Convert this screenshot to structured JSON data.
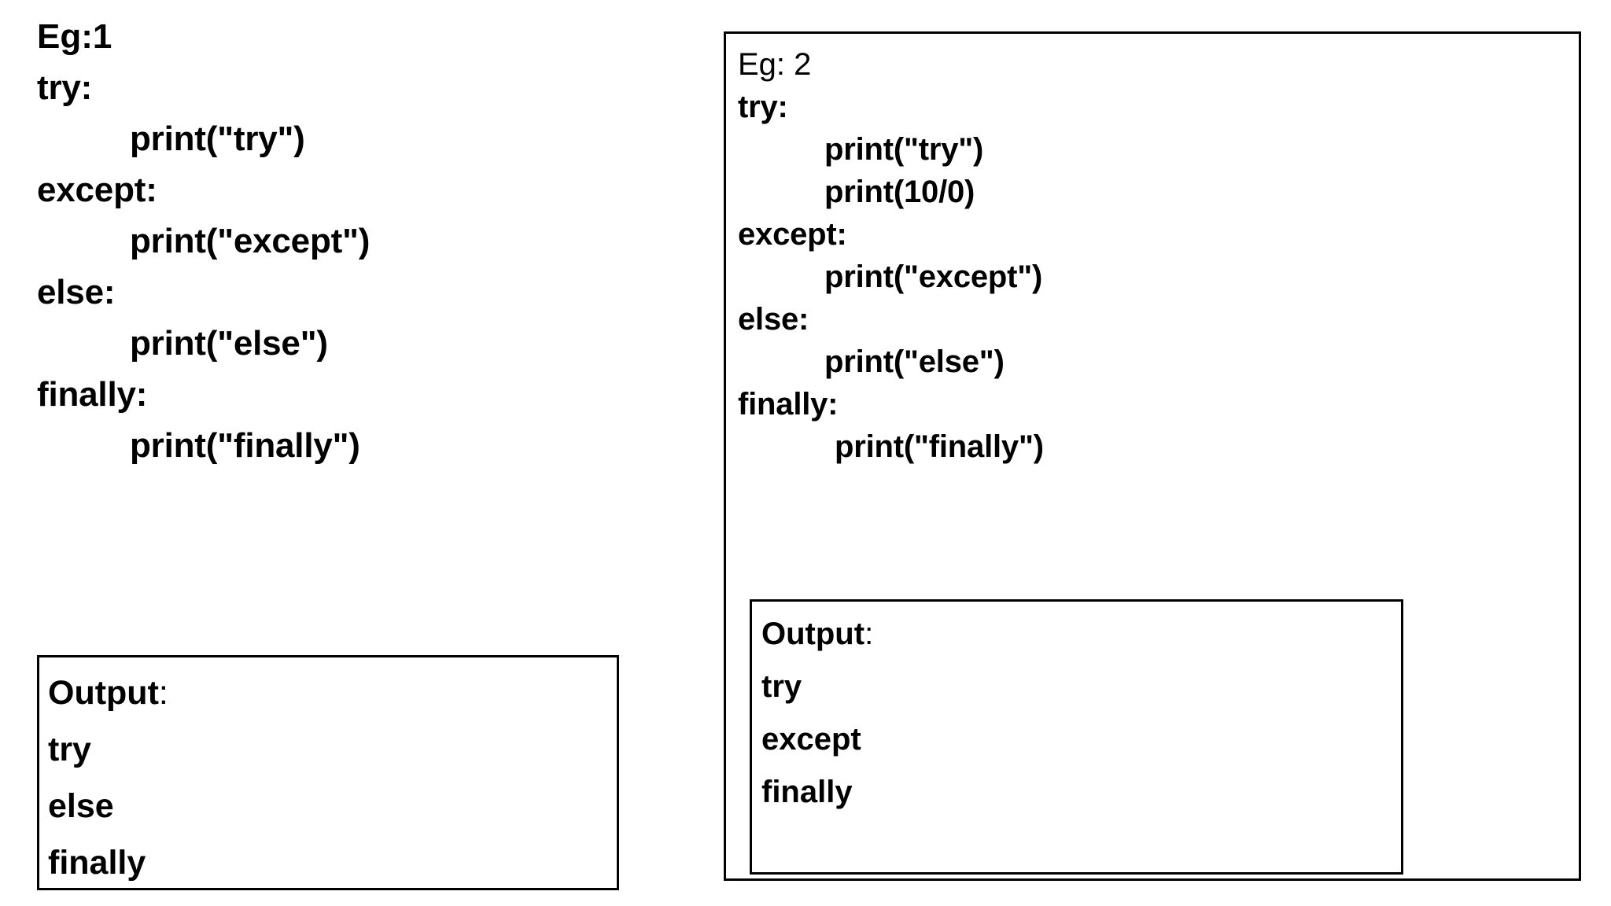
{
  "left_example": {
    "title": "Eg:1",
    "code_lines": [
      {
        "text": "try:",
        "indent": 0
      },
      {
        "text": "print(\"try\")",
        "indent": 1
      },
      {
        "text": "except:",
        "indent": 0
      },
      {
        "text": "print(\"except\")",
        "indent": 1
      },
      {
        "text": "else:",
        "indent": 0
      },
      {
        "text": "print(\"else\")",
        "indent": 1
      },
      {
        "text": "finally:",
        "indent": 0
      },
      {
        "text": "print(\"finally\")",
        "indent": 1
      }
    ],
    "output": {
      "label": "Output",
      "label_colon": ":",
      "lines": [
        "try",
        "else",
        "finally"
      ]
    }
  },
  "right_example": {
    "title": "Eg: 2",
    "code_lines": [
      {
        "text": "try:",
        "indent": 0
      },
      {
        "text": "print(\"try\")",
        "indent": 1
      },
      {
        "text": "print(10/0)",
        "indent": 1
      },
      {
        "text": "except:",
        "indent": 0
      },
      {
        "text": "print(\"except\")",
        "indent": 1
      },
      {
        "text": "else:",
        "indent": 0
      },
      {
        "text": "print(\"else\")",
        "indent": 1
      },
      {
        "text": "finally:",
        "indent": 0
      },
      {
        "text": "print(\"finally\")",
        "indent": 2
      }
    ],
    "output": {
      "label": "Output",
      "label_colon": ":",
      "lines": [
        "try",
        "except",
        "finally"
      ]
    }
  },
  "colors": {
    "background": "#ffffff",
    "text": "#000000",
    "border": "#000000"
  }
}
